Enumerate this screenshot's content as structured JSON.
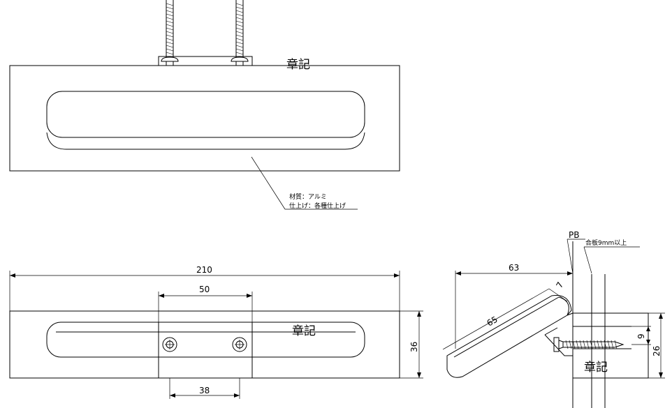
{
  "stamp_label": "章記",
  "note": {
    "material": "材質：アルミ",
    "finish": "仕上げ：各種仕上げ"
  },
  "front_view": {
    "dim_width": "210",
    "dim_hole_pitch": "50",
    "dim_lower_pitch": "38",
    "dim_height": "36"
  },
  "side_view": {
    "label_pb": "PB",
    "label_plywood": "合板9mm以上",
    "dim_depth": "63",
    "dim_handle_length": "65",
    "dim_thickness": "7",
    "dim_screw_offset": "9",
    "dim_height": "26"
  }
}
